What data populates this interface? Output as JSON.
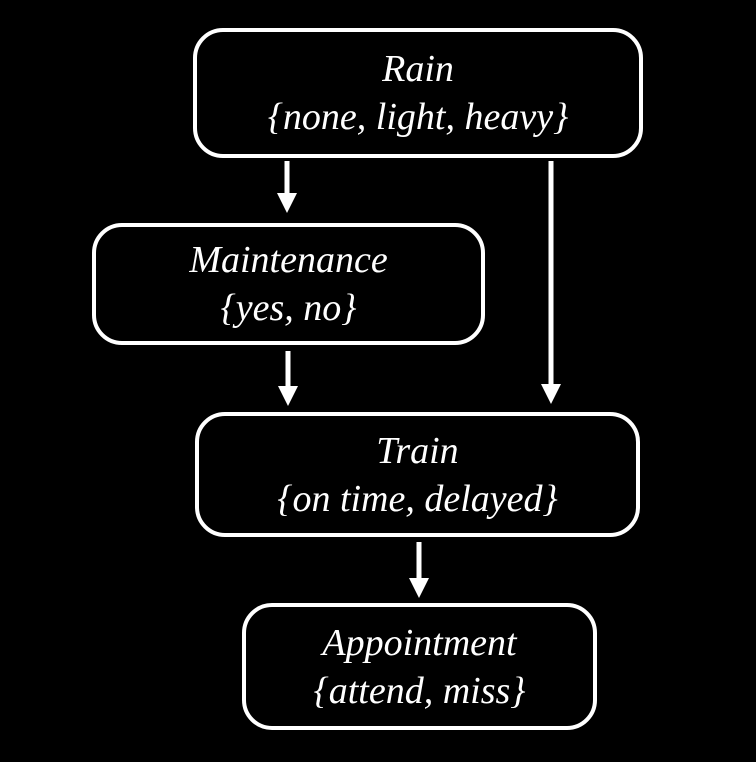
{
  "diagram": {
    "type": "bayesian-network",
    "background_color": "#000000",
    "node_border_color": "#ffffff",
    "node_fill_color": "#000000",
    "text_color": "#ffffff",
    "arrow_color": "#ffffff",
    "nodes": [
      {
        "id": "rain",
        "name": "Rain",
        "values": "{none, light, heavy}"
      },
      {
        "id": "maintenance",
        "name": "Maintenance",
        "values": "{yes, no}"
      },
      {
        "id": "train",
        "name": "Train",
        "values": "{on time, delayed}"
      },
      {
        "id": "appointment",
        "name": "Appointment",
        "values": "{attend, miss}"
      }
    ],
    "edges": [
      {
        "from": "rain",
        "to": "maintenance"
      },
      {
        "from": "rain",
        "to": "train"
      },
      {
        "from": "maintenance",
        "to": "train"
      },
      {
        "from": "train",
        "to": "appointment"
      }
    ]
  }
}
